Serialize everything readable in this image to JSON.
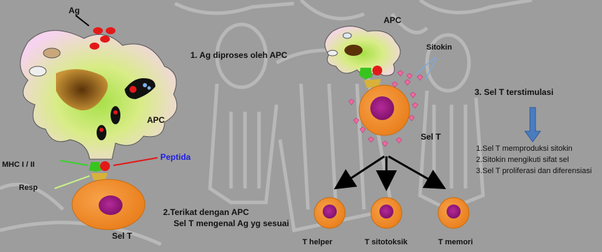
{
  "labels": {
    "ag": "Ag",
    "apc_left": "APC",
    "mhc": "MHC I / II",
    "peptida": "Peptida",
    "resp": "Resp",
    "selt_left": "Sel T",
    "step1": "1. Ag diproses oleh APC",
    "step2_line1": "2.Terikat dengan APC",
    "step2_line2": "Sel T mengenal Ag yg sesuai",
    "apc_top": "APC",
    "sitokin": "Sitokin",
    "selt_mid": "Sel T",
    "step3": "3. Sel T terstimulasi",
    "t_helper": "T helper",
    "t_sitotoksik": "T sitotoksik",
    "t_memori": "T memori"
  },
  "effects": [
    "1.Sel T memproduksi sitokin",
    "2.Sitokin mengikuti sifat sel",
    "3.Sel T proliferasi dan diferensiasi"
  ],
  "colors": {
    "background": "#9d9d9d",
    "apc_membrane": "#f6d3ee",
    "apc_core": "#a5e046",
    "nucleus": "#8b5a10",
    "antigen": "#e31919",
    "receptor": "#38c41f",
    "tcell": "#f08a2a",
    "tcell_nucleus": "#9a1a82",
    "sitokin": "#ef6aa0",
    "peptida_text": "#1e1ee6",
    "down_arrow": "#4a7cc0"
  }
}
